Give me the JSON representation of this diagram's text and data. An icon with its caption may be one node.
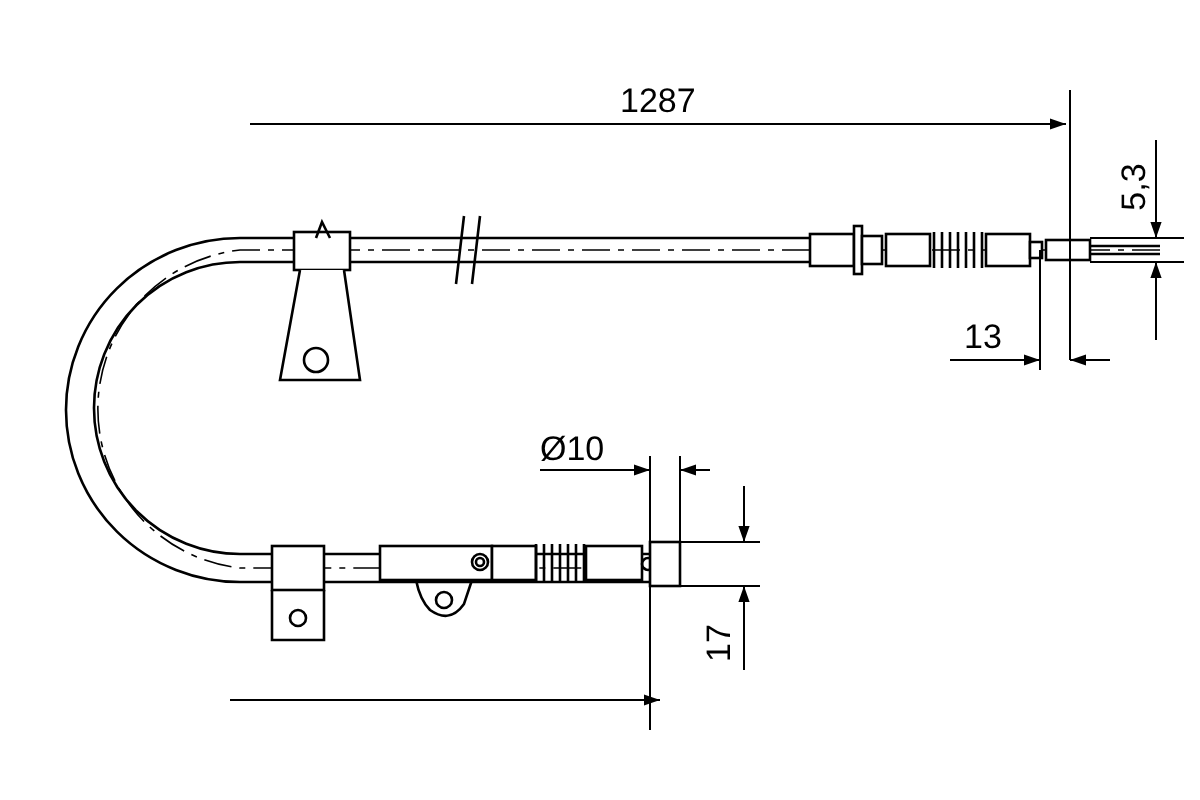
{
  "diagram": {
    "labels": [
      "1287",
      "5,3",
      "13",
      "Ø10",
      "17"
    ]
  }
}
